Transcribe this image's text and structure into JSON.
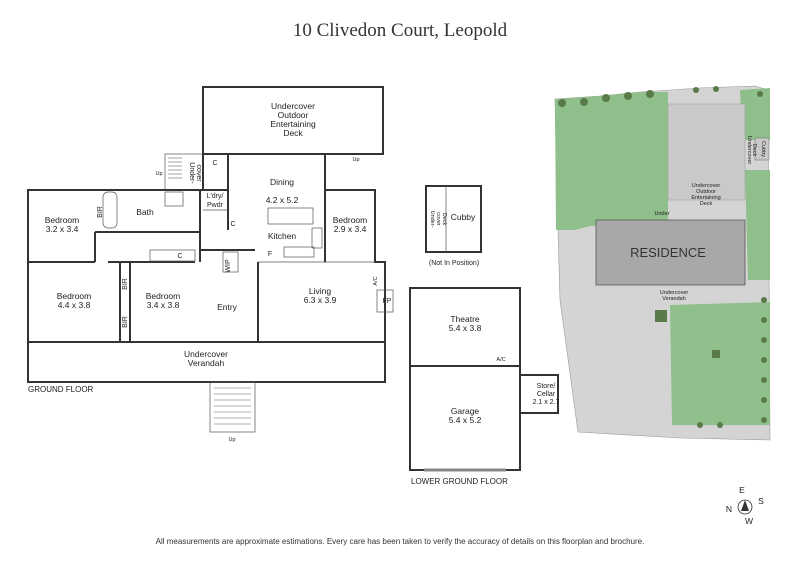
{
  "title": "10 Clivedon Court, Leopold",
  "disclaimer": "All measurements are approximate estimations. Every care has been taken to verify the accuracy of details on this floorplan and brochure.",
  "ground_floor": {
    "label": "GROUND FLOOR",
    "deck": [
      "Undercover",
      "Outdoor",
      "Entertaining",
      "Deck"
    ],
    "undercover": [
      "Under-",
      "cover"
    ],
    "up_labels": [
      "Up",
      "Up",
      "Up"
    ],
    "c_labels": [
      "C",
      "C",
      "C"
    ],
    "ldry": [
      "L'dry/",
      "Pwdr"
    ],
    "dining": {
      "name": "Dining",
      "size": "4.2 x 5.2"
    },
    "kitchen": "Kitchen",
    "bed1": {
      "name": "Bedroom",
      "size": "3.2 x 3.4"
    },
    "bed2": {
      "name": "Bedroom",
      "size": "2.9 x 3.4"
    },
    "bed3": {
      "name": "Bedroom",
      "size": "4.4 x 3.8"
    },
    "bed4": {
      "name": "Bedroom",
      "size": "3.4 x 3.8"
    },
    "bir": [
      "BIR",
      "BIR",
      "BIR"
    ],
    "bath": "Bath",
    "wip": "WIP",
    "f": "F",
    "living": {
      "name": "Living",
      "size": "6.3 x 3.9"
    },
    "ac": "A/C",
    "fp": "FP",
    "entry": "Entry",
    "verandah": [
      "Undercover",
      "Verandah"
    ]
  },
  "cubby": {
    "name": "Cubby",
    "deck": [
      "Under-",
      "cover",
      "Deck"
    ],
    "note": "(Not In Position)"
  },
  "lower_floor": {
    "label": "LOWER GROUND FLOOR",
    "theatre": {
      "name": "Theatre",
      "size": "5.4 x 3.8"
    },
    "garage": {
      "name": "Garage",
      "size": "5.4 x 5.2"
    },
    "store": {
      "name": [
        "Store/",
        "Cellar"
      ],
      "size": "2.1 x 2.7"
    },
    "ac": "A/C"
  },
  "site": {
    "residence": "RESIDENCE",
    "deck": [
      "Undercover",
      "Outdoor",
      "Entertaining",
      "Deck"
    ],
    "verandah": [
      "Undercover",
      "Verandah"
    ],
    "cubby": "Cubby",
    "small_deck": [
      "Undercover",
      "Deck"
    ],
    "under": "Under"
  },
  "compass": {
    "n": "N",
    "e": "E",
    "s": "S",
    "w": "W"
  },
  "colors": {
    "lawn": "#8fbf8a",
    "paving": "#d4d4d4",
    "residence": "#a8a8a8",
    "hedge": "#5a7a4a"
  }
}
